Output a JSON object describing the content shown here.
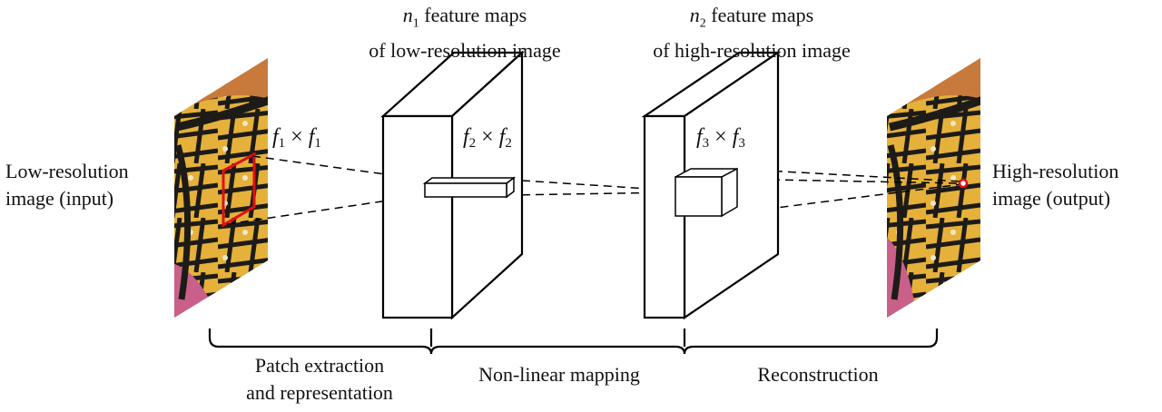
{
  "input_label": {
    "line1": "Low-resolution",
    "line2": "image (input)"
  },
  "output_label": {
    "line1": "High-resolution",
    "line2": "image (output)"
  },
  "layer1": {
    "var": "n",
    "sub": "1",
    "line1_rest": " feature maps",
    "line2": "of low-resolution image"
  },
  "layer2": {
    "var": "n",
    "sub": "2",
    "line1_rest": " feature maps",
    "line2": "of high-resolution image"
  },
  "filter1": {
    "a": "f",
    "a_sub": "1",
    "times": " × ",
    "b": "f",
    "b_sub": "1"
  },
  "filter2": {
    "a": "f",
    "a_sub": "2",
    "times": " × ",
    "b": "f",
    "b_sub": "2"
  },
  "filter3": {
    "a": "f",
    "a_sub": "3",
    "times": " × ",
    "b": "f",
    "b_sub": "3"
  },
  "stages": {
    "patch_line1": "Patch extraction",
    "patch_line2": "and representation",
    "mapping": "Non-linear mapping",
    "reconstruction": "Reconstruction"
  },
  "colors": {
    "patch": "#e01010",
    "line": "#000000",
    "wing_yellow": "#e8b43a",
    "wing_black": "#1d1b18"
  }
}
